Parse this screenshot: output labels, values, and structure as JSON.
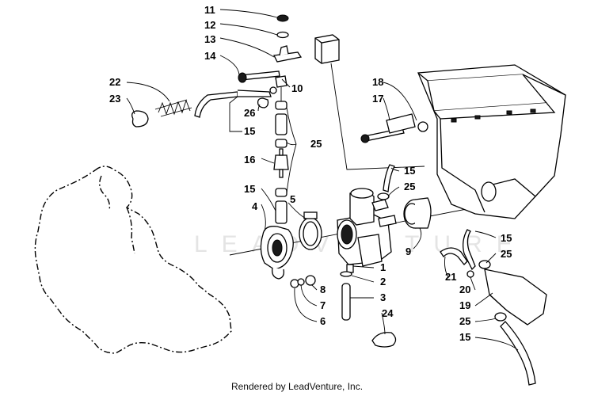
{
  "watermark": "LEADVENTURE",
  "credit": "Rendered by LeadVenture, Inc.",
  "callouts": [
    "11",
    "12",
    "13",
    "14",
    "10",
    "22",
    "23",
    "26",
    "15",
    "25",
    "16",
    "15",
    "5",
    "4",
    "18",
    "17",
    "15",
    "25",
    "9",
    "1",
    "2",
    "3",
    "24",
    "8",
    "7",
    "6",
    "15",
    "25",
    "21",
    "20",
    "19",
    "25",
    "15"
  ]
}
